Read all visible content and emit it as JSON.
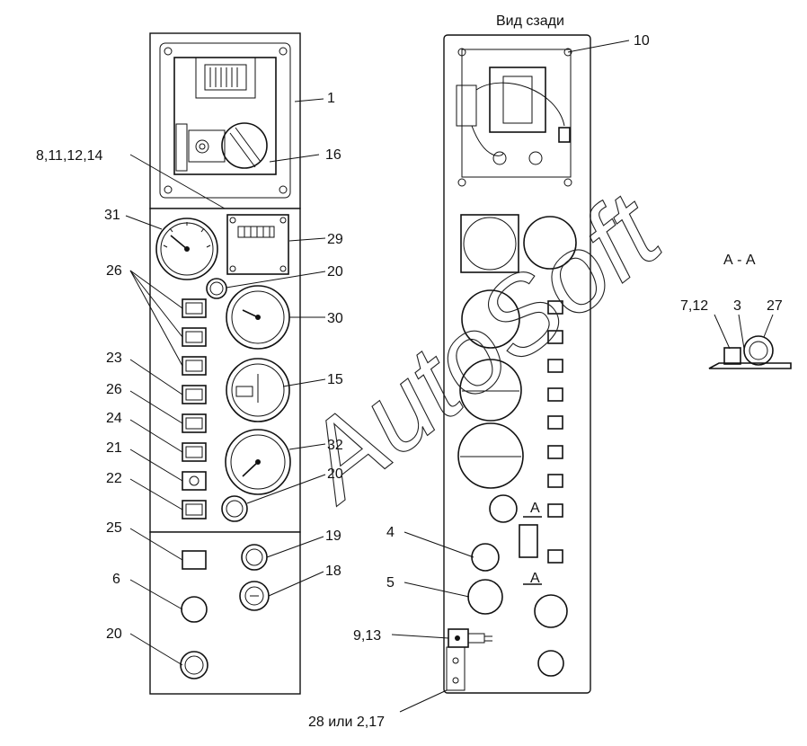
{
  "title_rear": "Вид сзади",
  "section_title": "А - А",
  "section_marks": [
    "А",
    "А"
  ],
  "watermark": "AutoSoft",
  "labels": {
    "l1": "1",
    "l16": "16",
    "l8": "8,11,12,14",
    "l31": "31",
    "l29": "29",
    "l26a": "26",
    "l20a": "20",
    "l30": "30",
    "l23": "23",
    "l15": "15",
    "l26b": "26",
    "l24": "24",
    "l32": "32",
    "l21": "21",
    "l20b": "20",
    "l22": "22",
    "l25": "25",
    "l19": "19",
    "l6": "6",
    "l18": "18",
    "l20c": "20",
    "l10": "10",
    "l4": "4",
    "l5": "5",
    "l913": "9,13",
    "l28": "28 или 2,17",
    "l712": "7,12",
    "l3": "3",
    "l27": "27"
  }
}
